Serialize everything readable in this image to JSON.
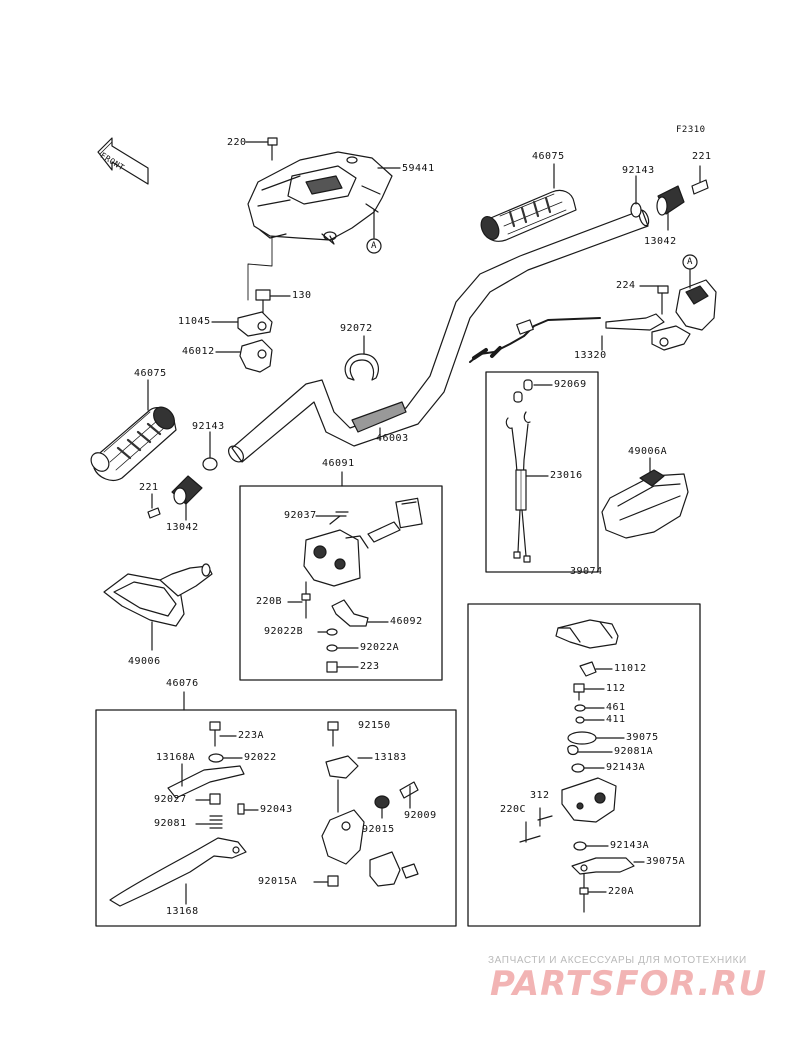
{
  "figure_code": "F2310",
  "front_label": "FRONT",
  "ref_marker": "A",
  "parts": {
    "p220": "220",
    "p59441": "59441",
    "p130": "130",
    "p11045": "11045",
    "p46012": "46012",
    "p92072": "92072",
    "p46003": "46003",
    "p46075_top": "46075",
    "p92143_top": "92143",
    "p221_top": "221",
    "p13042_top": "13042",
    "p224": "224",
    "p13320": "13320",
    "p46075_left": "46075",
    "p92143_left": "92143",
    "p221_left": "221",
    "p13042_left": "13042",
    "p92069": "92069",
    "p23016": "23016",
    "p49006A": "49006A",
    "p46091": "46091",
    "p92037": "92037",
    "p220B": "220B",
    "p92022B": "92022B",
    "p46092": "46092",
    "p92022A": "92022A",
    "p223": "223",
    "p49006": "49006",
    "p39074": "39074",
    "p11012": "11012",
    "p112": "112",
    "p461": "461",
    "p411": "411",
    "p39075": "39075",
    "p92081A": "92081A",
    "p92143A_1": "92143A",
    "p312": "312",
    "p220C": "220C",
    "p92143A_2": "92143A",
    "p39075A": "39075A",
    "p220A": "220A",
    "p46076": "46076",
    "p223A": "223A",
    "p13168A": "13168A",
    "p92022": "92022",
    "p92027": "92027",
    "p92043": "92043",
    "p92081": "92081",
    "p13168": "13168",
    "p92150": "92150",
    "p13183": "13183",
    "p92009": "92009",
    "p92015": "92015",
    "p92015A": "92015A"
  },
  "watermark": {
    "line1": "ЗАПЧАСТИ И АКСЕССУАРЫ ДЛЯ МОТОТЕХНИКИ",
    "line2": "PARTSFOR.RU"
  }
}
